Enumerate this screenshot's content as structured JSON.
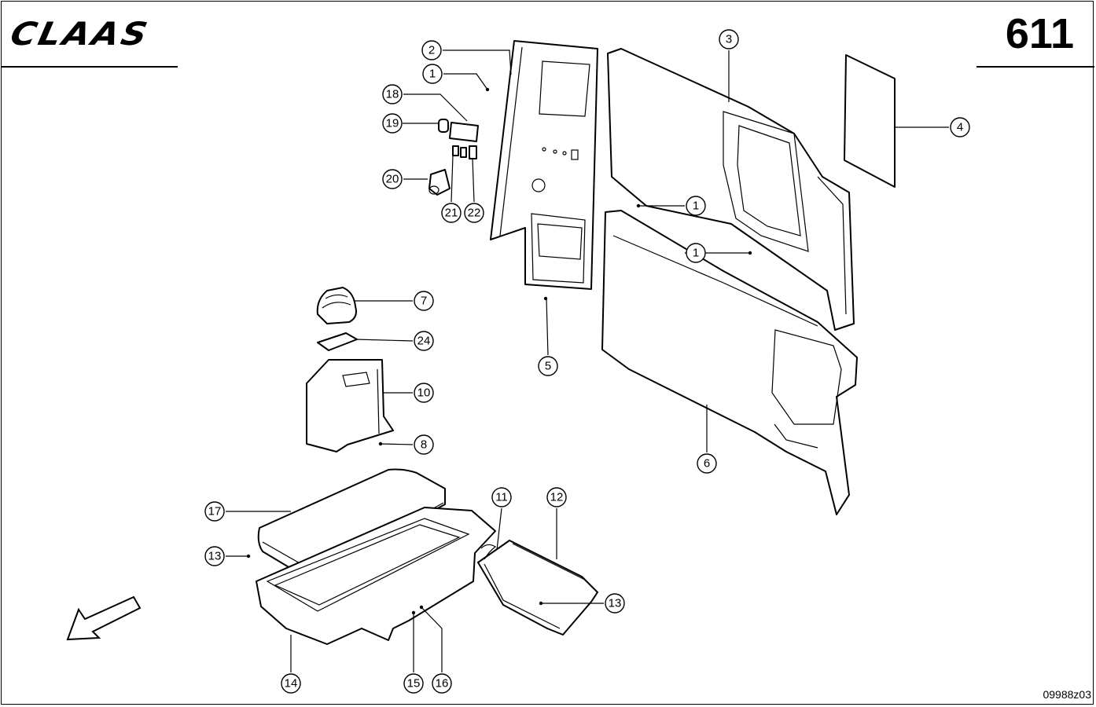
{
  "header": {
    "logo_text": "CLAAS",
    "page_number": "611"
  },
  "footer": {
    "drawing_number": "09988z03"
  },
  "callouts": [
    {
      "label": "1"
    },
    {
      "label": "2"
    },
    {
      "label": "18"
    },
    {
      "label": "19"
    },
    {
      "label": "20"
    },
    {
      "label": "21"
    },
    {
      "label": "22"
    },
    {
      "label": "3"
    },
    {
      "label": "4"
    },
    {
      "label": "1"
    },
    {
      "label": "1"
    },
    {
      "label": "5"
    },
    {
      "label": "7"
    },
    {
      "label": "24"
    },
    {
      "label": "10"
    },
    {
      "label": "8"
    },
    {
      "label": "6"
    },
    {
      "label": "17"
    },
    {
      "label": "11"
    },
    {
      "label": "12"
    },
    {
      "label": "13"
    },
    {
      "label": "13"
    },
    {
      "label": "14"
    },
    {
      "label": "15"
    },
    {
      "label": "16"
    }
  ]
}
